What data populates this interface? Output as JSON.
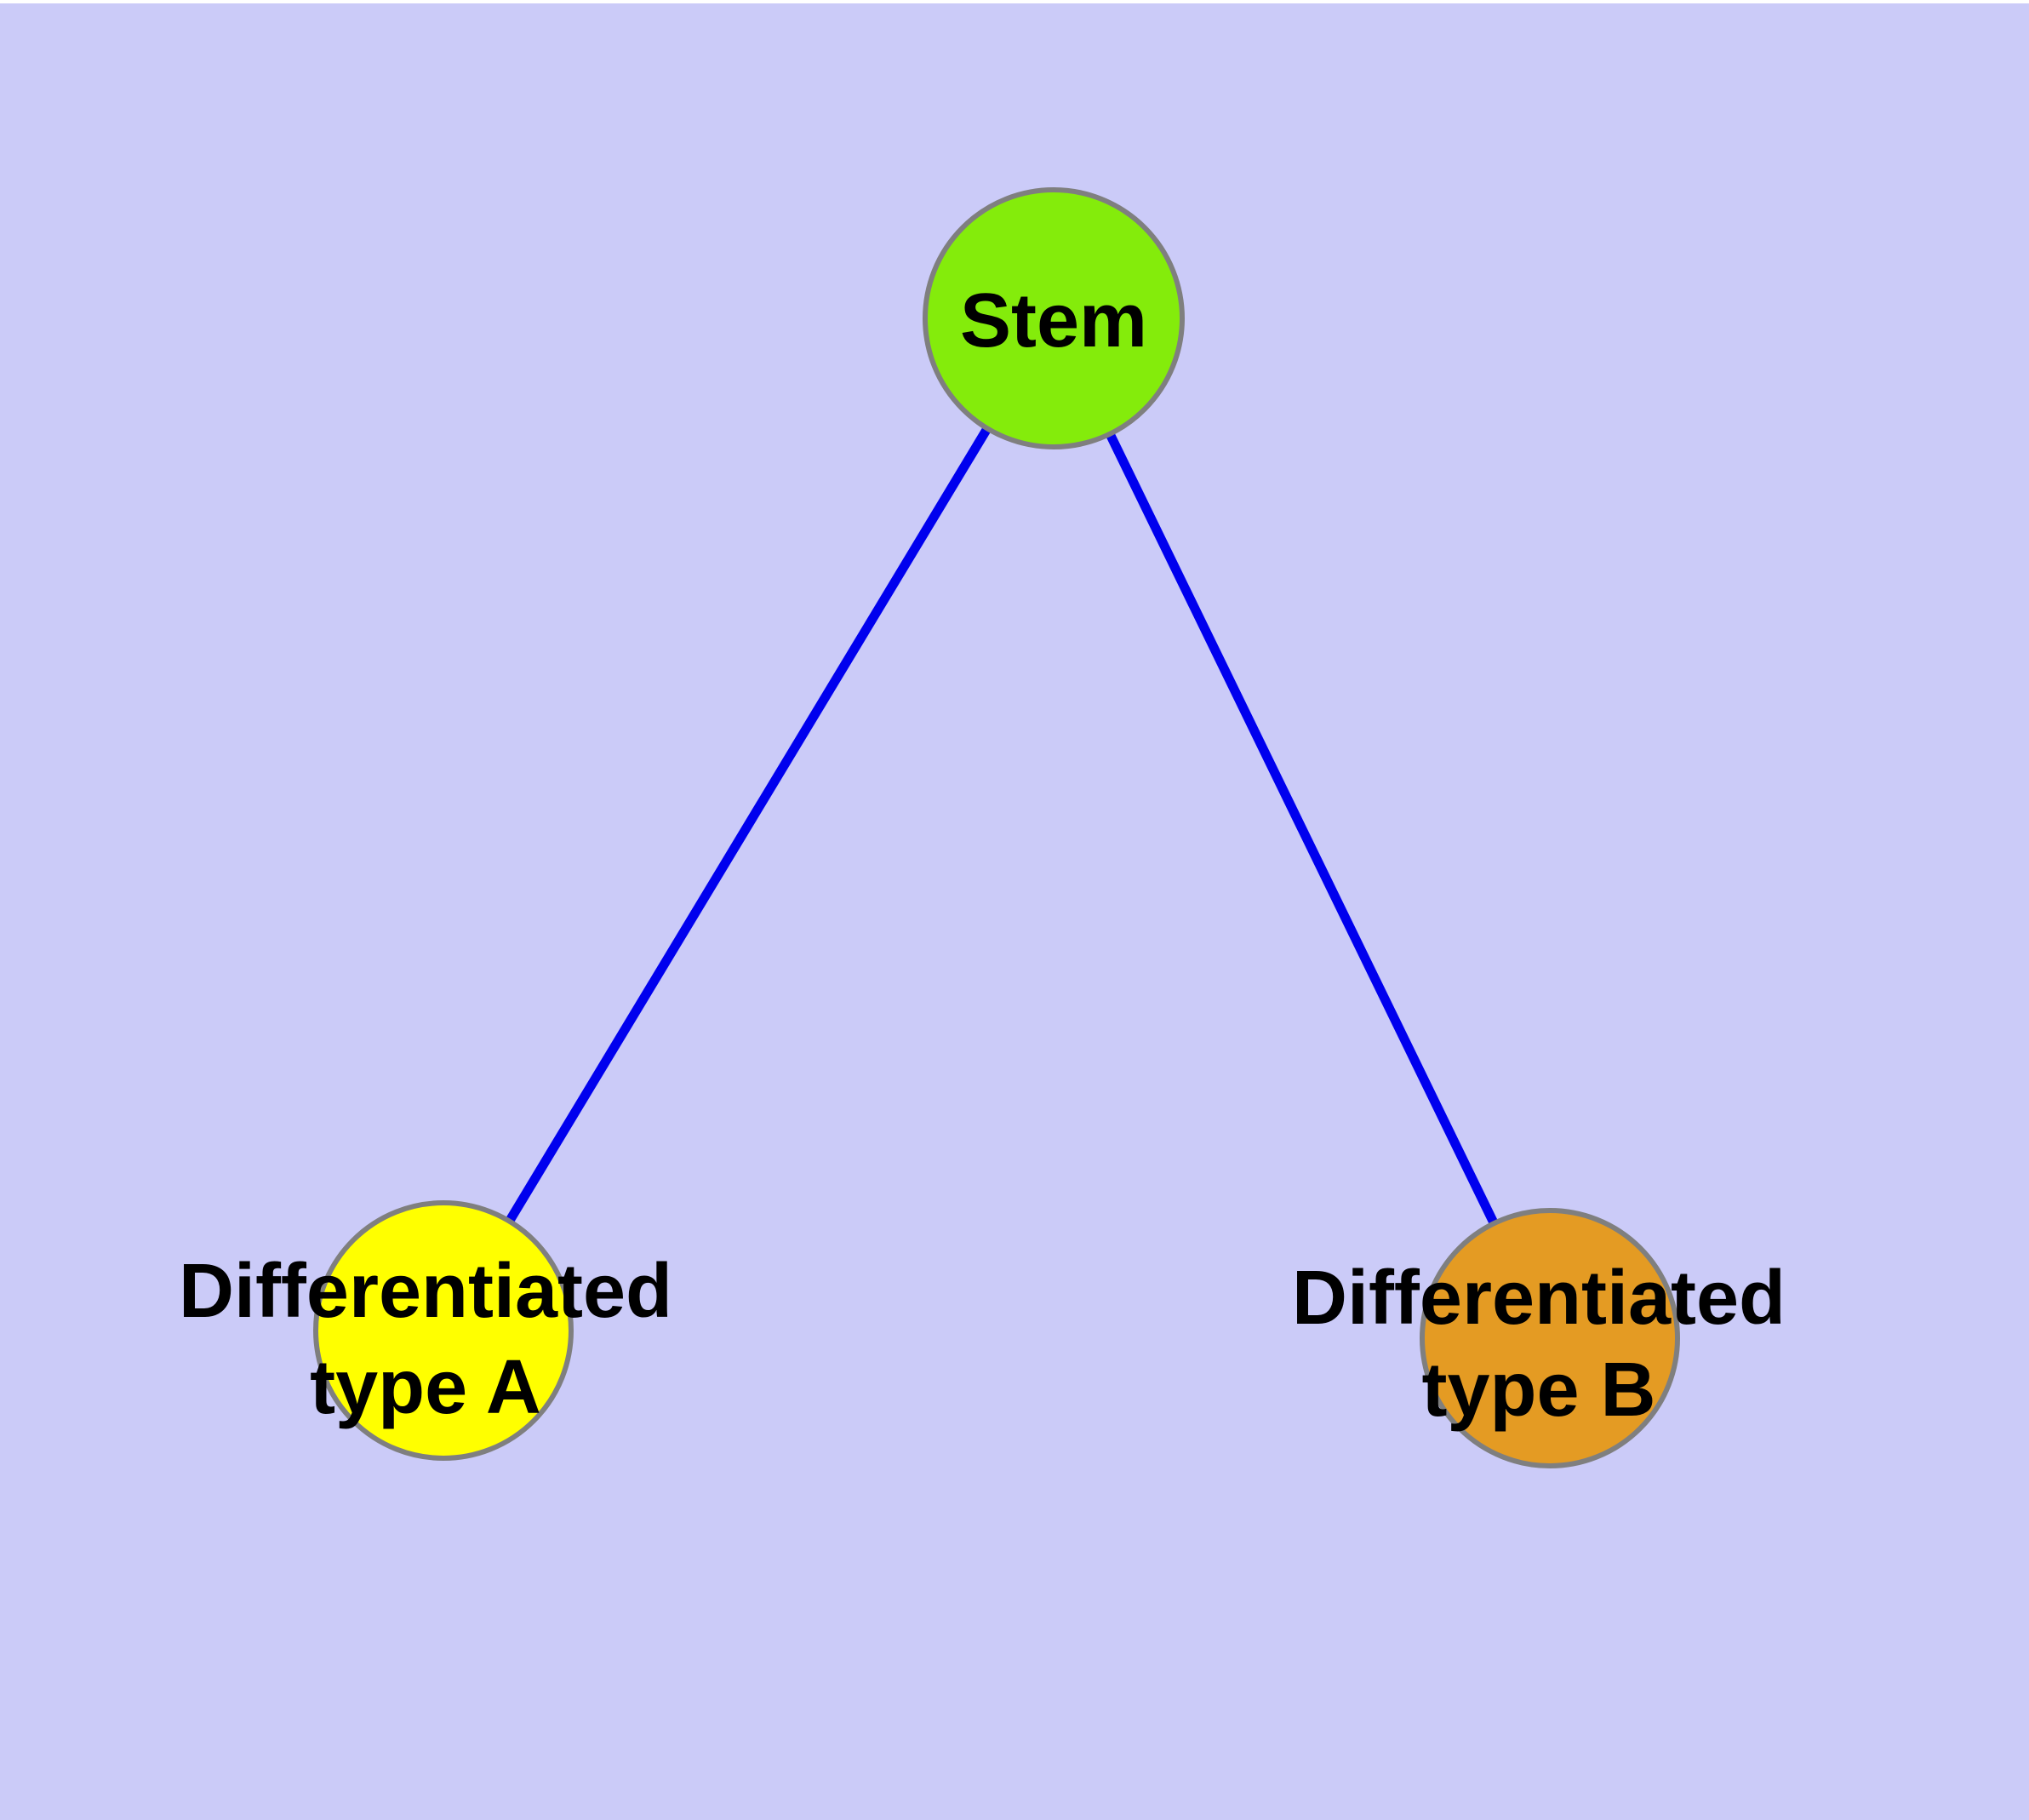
{
  "diagram": {
    "type": "graph",
    "background_color": "#CBCBF8",
    "top_margin_color": "#FFFFFF",
    "edge_color": "#0000EE",
    "node_border_color": "#7F7F7F",
    "label_color": "#000000",
    "nodes": {
      "stem": {
        "label": "Stem",
        "fill": "#84EC0B"
      },
      "type_a": {
        "label_line1": "Differentiated",
        "label_line2": "type A",
        "fill": "#FFFF00"
      },
      "type_b": {
        "label_line1": "Differentiated",
        "label_line2": "type B",
        "fill": "#E49B23"
      }
    },
    "edges": [
      {
        "from": "Stem",
        "to": "Differentiated type A"
      },
      {
        "from": "Stem",
        "to": "Differentiated type B"
      }
    ]
  }
}
